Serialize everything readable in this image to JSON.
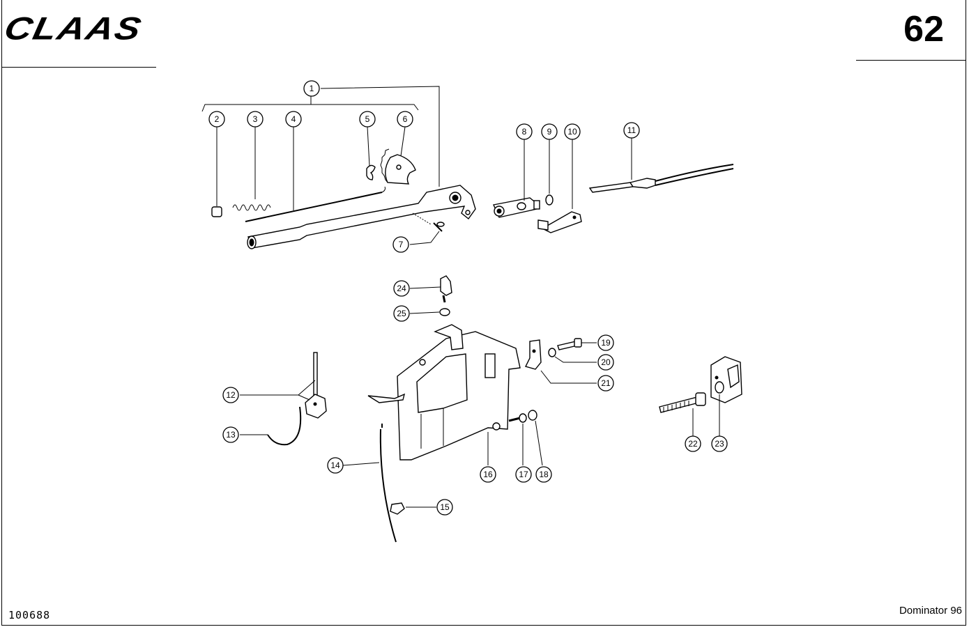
{
  "header": {
    "logo_text": "CLAAS",
    "page_number": "62"
  },
  "footer": {
    "document_code": "100688",
    "model": "Dominator 96"
  },
  "callouts": [
    "1",
    "2",
    "3",
    "4",
    "5",
    "6",
    "7",
    "8",
    "9",
    "10",
    "11",
    "12",
    "13",
    "14",
    "15",
    "16",
    "17",
    "18",
    "19",
    "20",
    "21",
    "22",
    "23",
    "24",
    "25"
  ]
}
